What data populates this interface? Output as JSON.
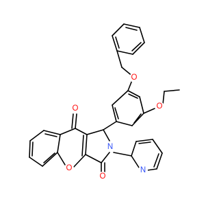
{
  "structure": {
    "atoms": [
      {
        "id": "O_ether",
        "label": "O",
        "color": "#ff0d0d"
      },
      {
        "id": "O_ethoxy",
        "label": "O",
        "color": "#ff0d0d"
      },
      {
        "id": "O_ketone",
        "label": "O",
        "color": "#ff0d0d"
      },
      {
        "id": "O_ring",
        "label": "O",
        "color": "#ff0d0d"
      },
      {
        "id": "O_amide",
        "label": "O",
        "color": "#ff0d0d"
      },
      {
        "id": "N_lactam",
        "label": "N",
        "color": "#3050f8"
      },
      {
        "id": "N_pyridine",
        "label": "N",
        "color": "#3050f8"
      }
    ],
    "bond_color": "#000000",
    "background": "#ffffff"
  }
}
